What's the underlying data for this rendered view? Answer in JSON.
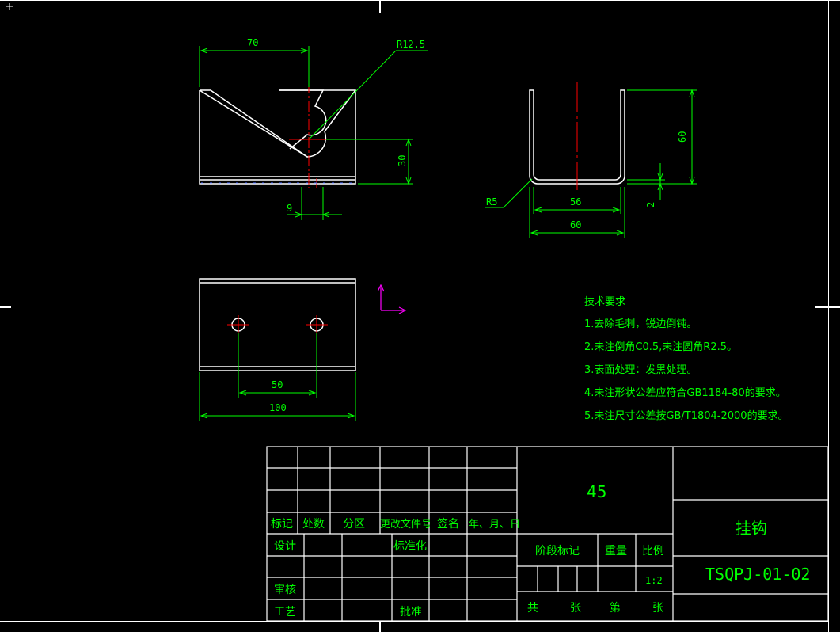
{
  "colors": {
    "background": "#000000",
    "outline": "#ffffff",
    "dimension": "#00ff00",
    "centerline": "#ff0000",
    "ucs": "#ff00ff"
  },
  "front_view": {
    "dim_width": "70",
    "dim_radius": "R12.5",
    "dim_height": "30",
    "dim_slot": "9"
  },
  "side_view": {
    "dim_height": "60",
    "dim_inner": "56",
    "dim_outer": "60",
    "dim_radius": "R5",
    "dim_thickness": "2"
  },
  "top_view": {
    "dim_holes": "50",
    "dim_length": "100"
  },
  "notes": {
    "title": "技术要求",
    "items": [
      "1.去除毛刺，锐边倒钝。",
      "2.未注倒角C0.5,未注圆角R2.5。",
      "3.表面处理：发黑处理。",
      "4.未注形状公差应符合GB1184-80的要求。",
      "5.未注尺寸公差按GB/T1804-2000的要求。"
    ]
  },
  "title_block": {
    "material": "45",
    "part_name": "挂钩",
    "drawing_no": "TSQPJ-01-02",
    "rev_headers": [
      "标记",
      "处数",
      "分区",
      "更改文件号",
      "签名",
      "年、月、日"
    ],
    "design": "设计",
    "standardize": "标准化",
    "check": "审核",
    "process": "工艺",
    "approve": "批准",
    "stage_mark": "阶段标记",
    "weight": "重量",
    "scale_label": "比例",
    "scale_value": "1:2",
    "total": "共",
    "sheet_unit_1": "张",
    "sheet_no": "第",
    "sheet_unit_2": "张"
  }
}
